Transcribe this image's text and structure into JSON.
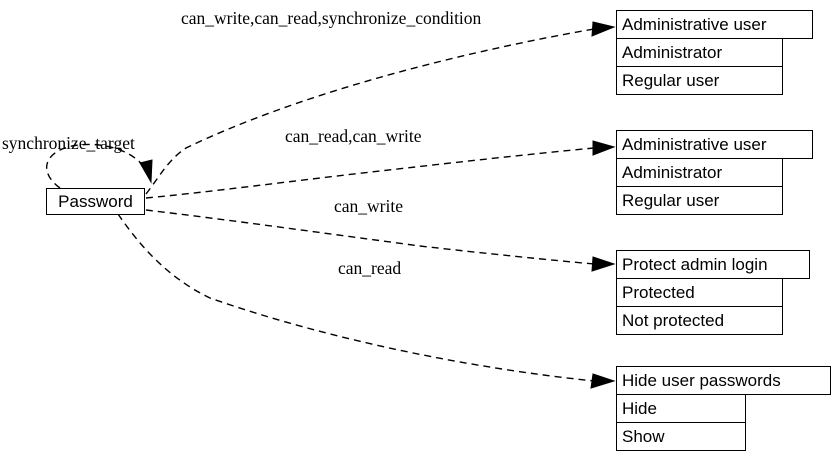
{
  "diagram": {
    "type": "graph",
    "title": "Password permissions graph",
    "background_color": "#ffffff",
    "line_color": "#000000",
    "edge_style": "dashed",
    "source_node": {
      "id": "password",
      "label": "Password"
    },
    "self_loop": {
      "label": "synchronize_target",
      "from": "password",
      "to": "password"
    },
    "edges": [
      {
        "label": "can_write,can_read,synchronize_condition",
        "from": "password",
        "to": "administrative-user-1"
      },
      {
        "label": "can_read,can_write",
        "from": "password",
        "to": "administrative-user-2"
      },
      {
        "label": "can_write",
        "from": "password",
        "to": "protect-admin-login"
      },
      {
        "label": "can_read",
        "from": "password",
        "to": "hide-user-passwords"
      }
    ],
    "targets": [
      {
        "id": "administrative-user-1",
        "title": "Administrative user",
        "options": [
          "Administrator",
          "Regular user"
        ]
      },
      {
        "id": "administrative-user-2",
        "title": "Administrative user",
        "options": [
          "Administrator",
          "Regular user"
        ]
      },
      {
        "id": "protect-admin-login",
        "title": "Protect admin login",
        "options": [
          "Protected",
          "Not protected"
        ]
      },
      {
        "id": "hide-user-passwords",
        "title": "Hide user passwords",
        "options": [
          "Hide",
          "Show"
        ]
      }
    ]
  }
}
